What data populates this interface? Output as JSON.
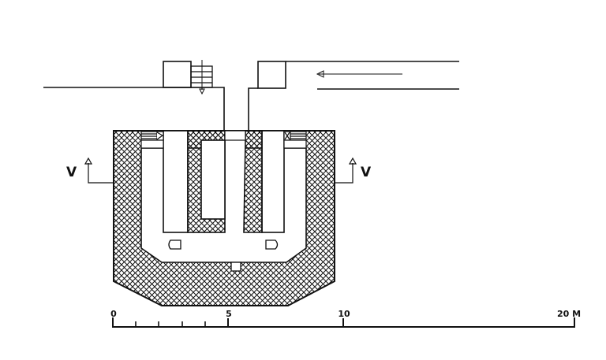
{
  "section_markers": {
    "left": "V",
    "right": "V"
  },
  "scale_bar": {
    "labels": [
      "0",
      "5",
      "10",
      "20 M"
    ],
    "unit": "M",
    "major_values": [
      0,
      5,
      10,
      20
    ],
    "minor_values": [
      1,
      2,
      3,
      4
    ]
  },
  "colors": {
    "ink": "#111111",
    "paper": "#ffffff"
  }
}
